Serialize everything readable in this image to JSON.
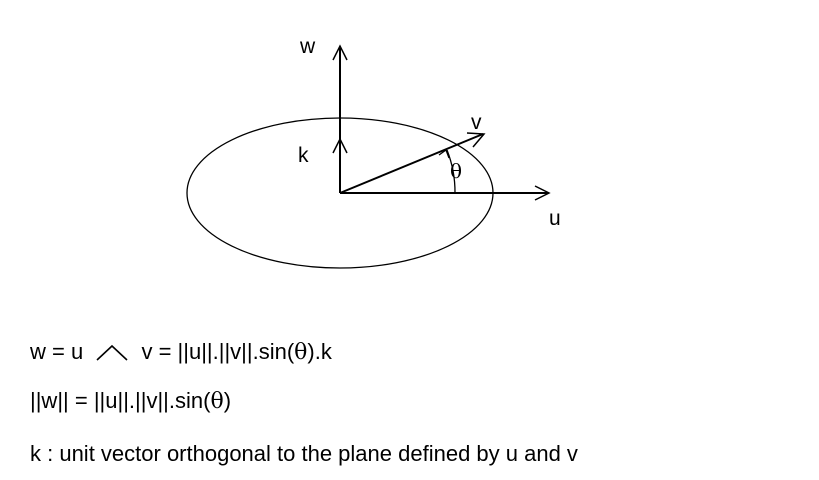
{
  "diagram": {
    "labels": {
      "w": "w",
      "v": "v",
      "k": "k",
      "u": "u",
      "theta": "θ"
    }
  },
  "equations": {
    "line1": {
      "lhs": "w = u",
      "rhs_prefix": "v = ||u||.||v||.sin(",
      "theta": "θ",
      "rhs_suffix": ").k"
    },
    "line2": {
      "prefix": "||w|| = ||u||.||v||.sin(",
      "theta": "θ",
      "suffix": ")"
    },
    "line3": "k : unit vector orthogonal to the plane defined by u and v"
  }
}
